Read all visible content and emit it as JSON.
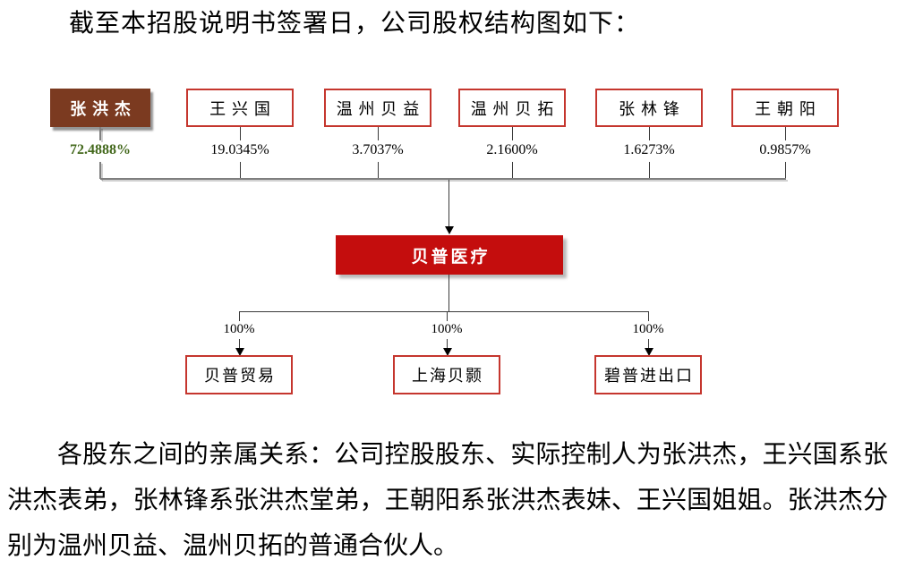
{
  "document": {
    "intro": "截至本招股说明书签署日，公司股权结构图如下：",
    "relationship_paragraph": "各股东之间的亲属关系：公司控股股东、实际控制人为张洪杰，王兴国系张洪杰表弟，张林锋系张洪杰堂弟，王朝阳系张洪杰表妹、王兴国姐姐。张洪杰分别为温州贝益、温州贝拓的普通合伙人。"
  },
  "diagram": {
    "company": {
      "name": "贝普医疗"
    },
    "shareholders": [
      {
        "name": "张洪杰",
        "percent": "72.4888%",
        "highlight": true
      },
      {
        "name": "王兴国",
        "percent": "19.0345%"
      },
      {
        "name": "温州贝益",
        "percent": "3.7037%"
      },
      {
        "name": "温州贝拓",
        "percent": "2.1600%"
      },
      {
        "name": "张林锋",
        "percent": "1.6273%"
      },
      {
        "name": "王朝阳",
        "percent": "0.9857%"
      }
    ],
    "subsidiaries": [
      {
        "name": "贝普贸易",
        "percent": "100%"
      },
      {
        "name": "上海贝颢",
        "percent": "100%"
      },
      {
        "name": "碧普进出口",
        "percent": "100%"
      }
    ],
    "colors": {
      "highlight_fill": "#7B3A20",
      "box_border": "#C5362E",
      "company_fill": "#C40D0D",
      "highlight_percent": "#44691D",
      "bus_line": "#7F7F7F",
      "connector": "#3A3A3A"
    }
  }
}
